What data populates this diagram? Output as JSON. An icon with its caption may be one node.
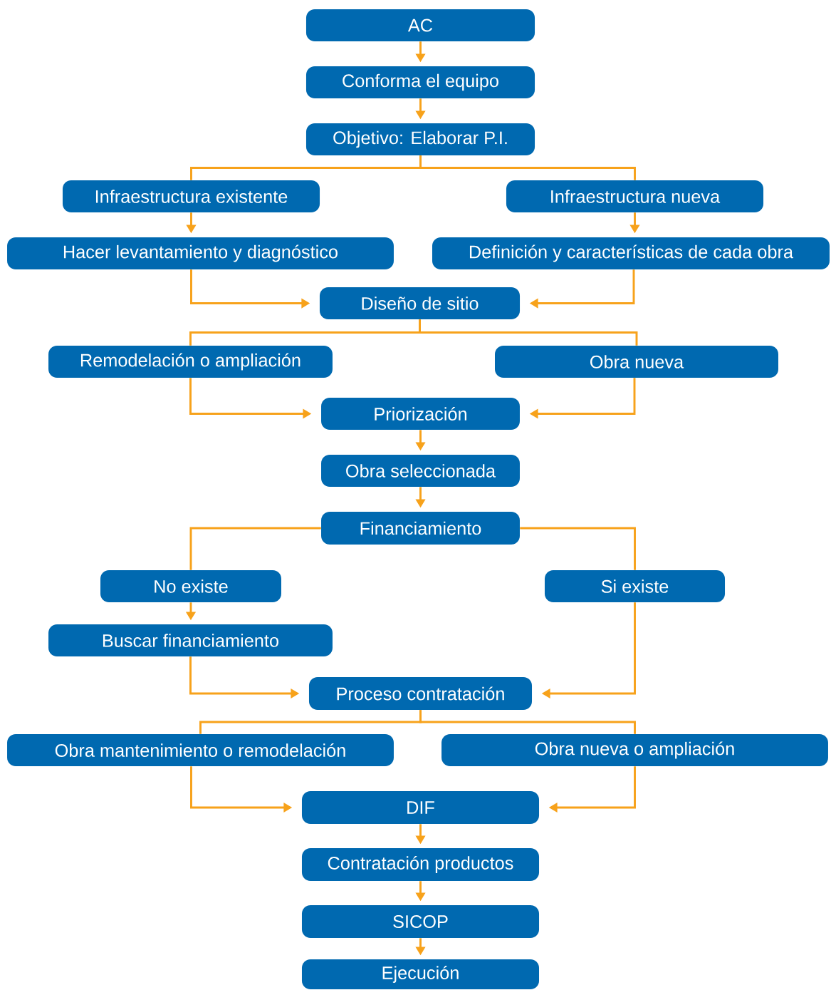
{
  "diagram": {
    "nodes": [
      {
        "text": [
          "AC"
        ]
      },
      {
        "text": [
          "Conforma el equipo"
        ]
      },
      {
        "text": [
          "Objetivo: Elaborar P.I."
        ]
      },
      {
        "text": [
          "Infraestructura existente"
        ]
      },
      {
        "text": [
          "Infraestructura nueva"
        ]
      },
      {
        "text": [
          "Hacer levantamiento y diagnóstico"
        ]
      },
      {
        "text": [
          "Definición y características de cada obra"
        ]
      },
      {
        "text": [
          "Diseño de sitio"
        ]
      },
      {
        "text": [
          "Remodelación o ampliación"
        ]
      },
      {
        "text": [
          "Obra nueva"
        ]
      },
      {
        "text": [
          "Priorización"
        ]
      },
      {
        "text": [
          "Obra seleccionada"
        ]
      },
      {
        "text": [
          "Financiamiento"
        ]
      },
      {
        "text": [
          "No existe"
        ]
      },
      {
        "text": [
          "Si existe"
        ]
      },
      {
        "text": [
          "Buscar financiamiento"
        ]
      },
      {
        "text": [
          "Proceso contratación"
        ]
      },
      {
        "text": [
          "Obra mantenimiento o remodelación"
        ]
      },
      {
        "text": [
          "Obra nueva o ampliación"
        ]
      },
      {
        "text": [
          "DIF"
        ]
      },
      {
        "text": [
          "Contratación productos"
        ]
      },
      {
        "text": [
          "SICOP"
        ]
      },
      {
        "text": [
          "Ejecución"
        ]
      }
    ],
    "edges": [
      {
        "from": 0,
        "to": 1,
        "arrow": "to"
      },
      {
        "from": 1,
        "to": 2,
        "arrow": "to"
      },
      {
        "from": 2,
        "to": 3,
        "arrow": "none"
      },
      {
        "from": 2,
        "to": 4,
        "arrow": "none"
      },
      {
        "from": 3,
        "to": 5,
        "arrow": "to"
      },
      {
        "from": 4,
        "to": 6,
        "arrow": "to"
      },
      {
        "from": 5,
        "to": 7,
        "arrow": "to"
      },
      {
        "from": 6,
        "to": 7,
        "arrow": "to"
      },
      {
        "from": 7,
        "to": 8,
        "arrow": "none"
      },
      {
        "from": 7,
        "to": 9,
        "arrow": "none"
      },
      {
        "from": 8,
        "to": 10,
        "arrow": "to"
      },
      {
        "from": 9,
        "to": 10,
        "arrow": "to"
      },
      {
        "from": 10,
        "to": 11,
        "arrow": "to"
      },
      {
        "from": 11,
        "to": 12,
        "arrow": "to"
      },
      {
        "from": 12,
        "to": 13,
        "arrow": "none"
      },
      {
        "from": 12,
        "to": 14,
        "arrow": "none"
      },
      {
        "from": 13,
        "to": 15,
        "arrow": "to"
      },
      {
        "from": 15,
        "to": 16,
        "arrow": "to"
      },
      {
        "from": 14,
        "to": 16,
        "arrow": "to"
      },
      {
        "from": 16,
        "to": 17,
        "arrow": "none"
      },
      {
        "from": 16,
        "to": 18,
        "arrow": "none"
      },
      {
        "from": 17,
        "to": 19,
        "arrow": "to"
      },
      {
        "from": 18,
        "to": 19,
        "arrow": "to"
      },
      {
        "from": 19,
        "to": 20,
        "arrow": "to"
      },
      {
        "from": 20,
        "to": 21,
        "arrow": "to"
      },
      {
        "from": 21,
        "to": 22,
        "arrow": "to"
      }
    ]
  }
}
